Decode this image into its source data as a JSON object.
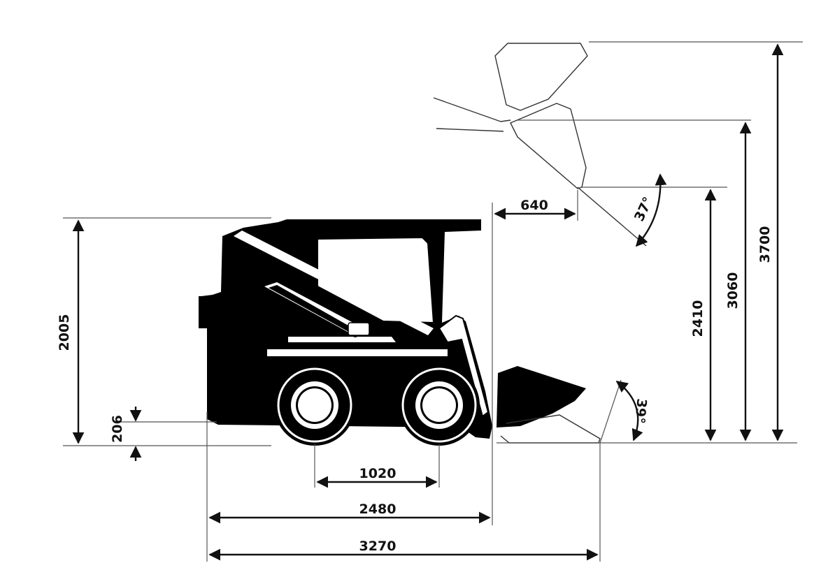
{
  "dimensions": {
    "overall_height": "2005",
    "ground_clearance": "206",
    "wheelbase": "1020",
    "length_without_bucket": "2480",
    "overall_length": "3270",
    "dump_reach": "640",
    "dump_angle": "37°",
    "rollback_angle": "39°",
    "dump_height": "2410",
    "hinge_pin_height": "3060",
    "max_operating_height": "3700"
  },
  "colors": {
    "ink": "#000000",
    "paper": "#ffffff"
  }
}
